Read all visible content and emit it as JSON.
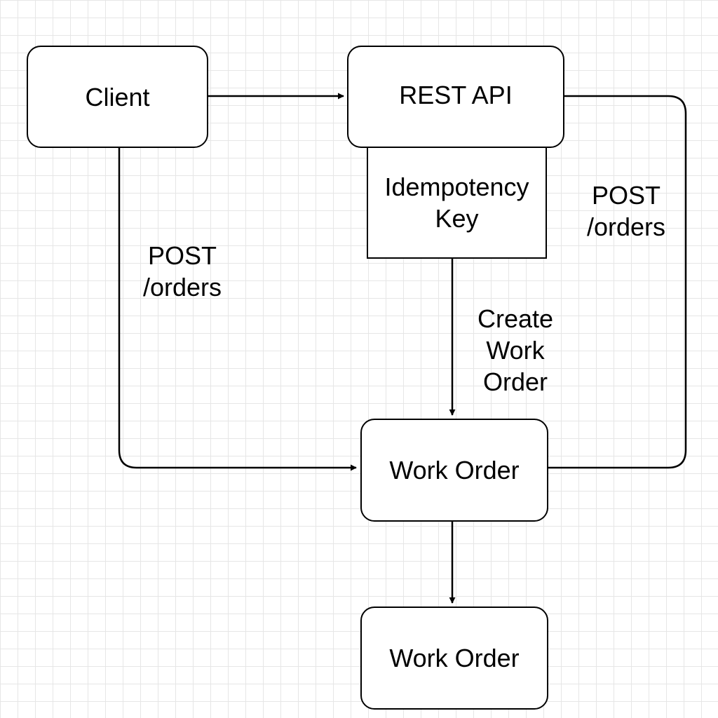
{
  "nodes": {
    "client": "Client",
    "rest_api": "REST API",
    "idempotency_key": "Idempotency Key",
    "work_order_1": "Work Order",
    "work_order_2": "Work Order"
  },
  "edge_labels": {
    "client_to_work_order": "POST /orders",
    "api_to_work_order": "POST /orders",
    "key_to_work_order": "Create Work Order"
  },
  "colors": {
    "stroke": "#000000",
    "background": "#ffffff",
    "grid": "#e6e6e6"
  }
}
